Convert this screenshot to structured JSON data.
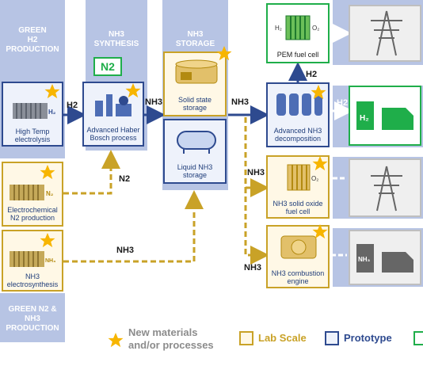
{
  "columns": {
    "green_h2": "GREEN\nH2\nPRODUCTION",
    "synthesis": "NH3\nSYNTHESIS",
    "storage": "NH3\nSTORAGE",
    "green_n2": "GREEN N2 &\nNH3\nPRODUCTION"
  },
  "boxes": {
    "high_temp": "High Temp\nelectrolysis",
    "haber": "Advanced Haber\nBosch process",
    "n2_badge": "N2",
    "solid_state": "Solid state\nstorage",
    "liquid": "Liquid NH3\nstorage",
    "decomp": "Advanced NH3\ndecomposition",
    "pem": "PEM fuel cell",
    "sofc": "NH3 solid oxide\nfuel cell",
    "engine": "NH3 combustion\nengine",
    "electrochem_n2": "Electrochemical\nN2 production",
    "electrosyn": "NH3\nelectrosynthesis"
  },
  "flows": {
    "h2_1": "H2",
    "nh3_1": "NH3",
    "nh3_2": "NH3",
    "h2_up": "H2",
    "h2_right": "H2",
    "n2": "N2",
    "nh3_bottom": "NH3",
    "nh3_sofc": "NH3",
    "nh3_engine": "NH3"
  },
  "legend": {
    "star_text": "New materials\nand/or processes",
    "lab": "Lab Scale",
    "proto": "Prototype"
  },
  "colors": {
    "lab_scale": "#c9a227",
    "prototype": "#2e4a8f",
    "application": "#1fae4a",
    "column_bg": "#b7c4e4",
    "star": "#f7b500"
  }
}
